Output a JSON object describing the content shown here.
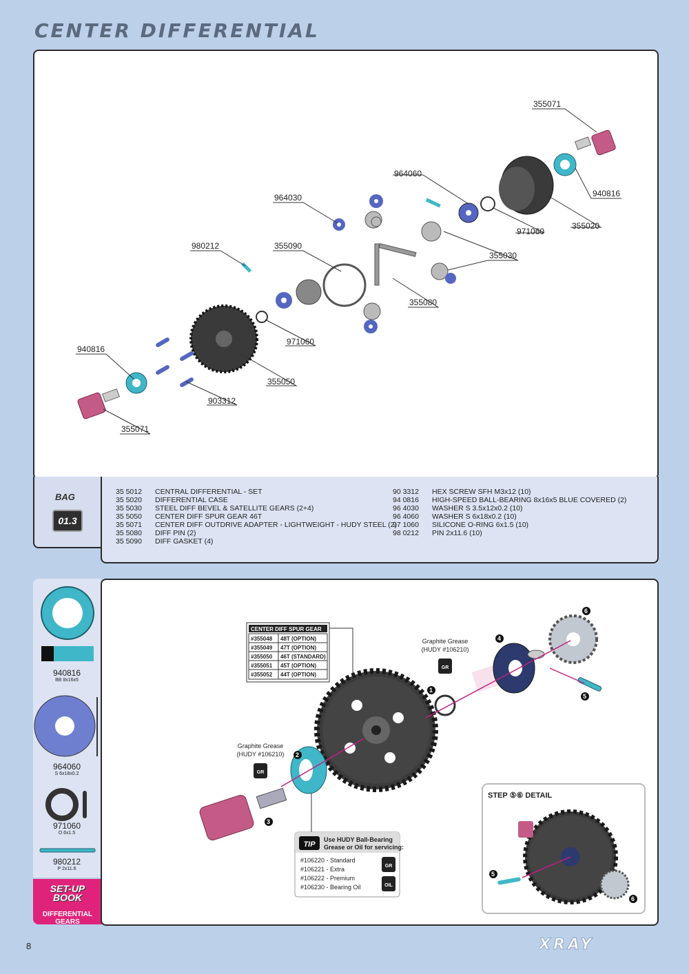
{
  "page": {
    "title": "CENTER DIFFERENTIAL",
    "number": "8",
    "logo": "XRAY"
  },
  "diagram1": {
    "labels": [
      "355071",
      "940816",
      "355020",
      "971060",
      "964060",
      "964030",
      "355090",
      "980212",
      "355030",
      "355080",
      "971060",
      "940816",
      "355050",
      "903312",
      "355071"
    ]
  },
  "bag": {
    "label": "BAG",
    "code": "01.3"
  },
  "parts_left": [
    {
      "num": "35 5012",
      "desc": "CENTRAL DIFFERENTIAL - SET"
    },
    {
      "num": "35 5020",
      "desc": "DIFFERENTIAL CASE"
    },
    {
      "num": "35 5030",
      "desc": "STEEL DIFF BEVEL & SATELLITE GEARS (2+4)"
    },
    {
      "num": "35 5050",
      "desc": "CENTER DIFF SPUR GEAR 46T"
    },
    {
      "num": "35 5071",
      "desc": "CENTER DIFF OUTDRIVE ADAPTER - LIGHTWEIGHT - HUDY STEEL (2)"
    },
    {
      "num": "35 5080",
      "desc": "DIFF PIN (2)"
    },
    {
      "num": "35 5090",
      "desc": "DIFF GASKET (4)"
    }
  ],
  "parts_right": [
    {
      "num": "90 3312",
      "desc": "HEX SCREW  SFH M3x12  (10)"
    },
    {
      "num": "94 0816",
      "desc": "HIGH-SPEED BALL-BEARING 8x16x5 BLUE COVERED  (2)"
    },
    {
      "num": "96 4030",
      "desc": "WASHER S 3.5x12x0.2  (10)"
    },
    {
      "num": "96 4060",
      "desc": "WASHER S 6x18x0.2  (10)"
    },
    {
      "num": "97 1060",
      "desc": "SILICONE O-RING 6x1.5  (10)"
    },
    {
      "num": "98 0212",
      "desc": "PIN 2x11.6  (10)"
    }
  ],
  "sidebar": [
    {
      "code": "940816",
      "sub": "BB 8x16x5"
    },
    {
      "code": "964060",
      "sub": "S 6x18x0.2"
    },
    {
      "code": "971060",
      "sub": "O 6x1.5"
    },
    {
      "code": "980212",
      "sub": "P 2x11.6"
    }
  ],
  "setup": {
    "title_line1": "SET-UP",
    "title_line2": "BOOK",
    "subtitle": "DIFFERENTIAL GEARS"
  },
  "diagram2": {
    "spur_table_title": "CENTER DIFF SPUR GEAR",
    "spur_rows": [
      {
        "part": "#355048",
        "desc": "48T (OPTION)"
      },
      {
        "part": "#355049",
        "desc": "47T (OPTION)"
      },
      {
        "part": "#355050",
        "desc": "46T (STANDARD)"
      },
      {
        "part": "#355051",
        "desc": "45T (OPTION)"
      },
      {
        "part": "#355052",
        "desc": "44T (OPTION)"
      }
    ],
    "grease_top_line1": "Graphite Grease",
    "grease_top_line2": "(HUDY #106210)",
    "grease_left_line1": "Graphite Grease",
    "grease_left_line2": "(HUDY #106210)",
    "gr_badge": "GR",
    "oil_badge": "OIL",
    "steps": [
      "1",
      "2",
      "3",
      "4",
      "5",
      "6"
    ],
    "detail_title": "STEP ⑤⑥ DETAIL",
    "tip_label": "TIP",
    "tip_line1": "Use HUDY Ball-Bearing",
    "tip_line2": "Grease or Oil for servicing:",
    "tip_items": [
      "#106220 - Standard",
      "#106221 - Extra",
      "#106222 - Premium",
      "#106230 - Bearing Oil"
    ]
  },
  "colors": {
    "background": "#bcd0ea",
    "accent_magenta": "#e0237a",
    "bearing_blue": "#3fb7c8",
    "washer_blue": "#5566c0"
  }
}
